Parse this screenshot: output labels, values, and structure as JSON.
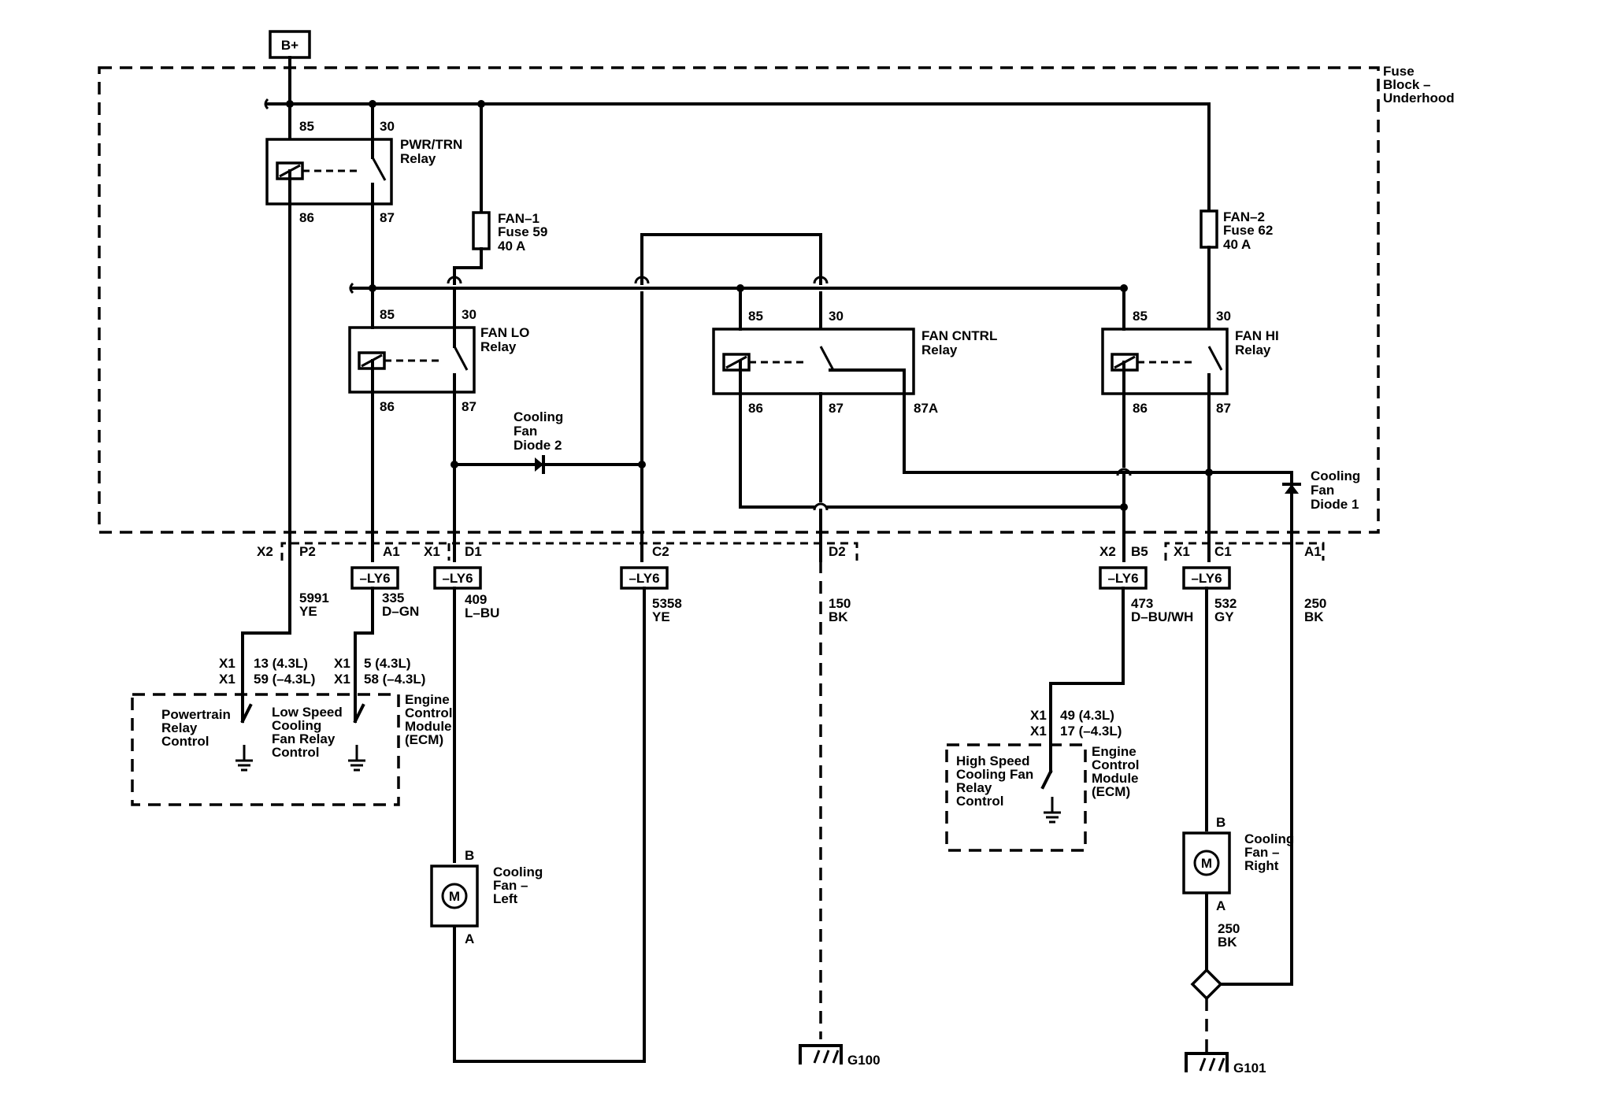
{
  "power": {
    "label": "B+"
  },
  "fuse_block": {
    "line1": "Fuse",
    "line2": "Block –",
    "line3": "Underhood"
  },
  "relays": {
    "pwr_trn": {
      "line1": "PWR/TRN",
      "line2": "Relay",
      "pin85": "85",
      "pin30": "30",
      "pin86": "86",
      "pin87": "87"
    },
    "fan_lo": {
      "line1": "FAN LO",
      "line2": "Relay",
      "pin85": "85",
      "pin30": "30",
      "pin86": "86",
      "pin87": "87"
    },
    "fan_cntrl": {
      "line1": "FAN CNTRL",
      "line2": "Relay",
      "pin85": "85",
      "pin30": "30",
      "pin86": "86",
      "pin87": "87",
      "pin87a": "87A"
    },
    "fan_hi": {
      "line1": "FAN HI",
      "line2": "Relay",
      "pin85": "85",
      "pin30": "30",
      "pin86": "86",
      "pin87": "87"
    }
  },
  "fuses": {
    "fan1": {
      "line1": "FAN–1",
      "line2": "Fuse 59",
      "line3": "40 A"
    },
    "fan2": {
      "line1": "FAN–2",
      "line2": "Fuse 62",
      "line3": "40 A"
    }
  },
  "diodes": {
    "d2": {
      "line1": "Cooling",
      "line2": "Fan",
      "line3": "Diode 2"
    },
    "d1": {
      "line1": "Cooling",
      "line2": "Fan",
      "line3": "Diode 1"
    }
  },
  "connectors": {
    "left": {
      "x2": "X2",
      "p2": "P2",
      "a1": "A1",
      "x1": "X1",
      "d1": "D1",
      "c2": "C2",
      "d2": "D2"
    },
    "right": {
      "x2": "X2",
      "b5": "B5",
      "x1": "X1",
      "c1": "C1",
      "a1": "A1"
    },
    "option_tag": "–LY6"
  },
  "wires": {
    "w5991": {
      "num": "5991",
      "color": "YE"
    },
    "w335": {
      "num": "335",
      "color": "D–GN"
    },
    "w409": {
      "num": "409",
      "color": "L–BU"
    },
    "w5358": {
      "num": "5358",
      "color": "YE"
    },
    "w150": {
      "num": "150",
      "color": "BK"
    },
    "w473": {
      "num": "473",
      "color": "D–BU/WH"
    },
    "w532": {
      "num": "532",
      "color": "GY"
    },
    "w250a": {
      "num": "250",
      "color": "BK"
    },
    "w250b": {
      "num": "250",
      "color": "BK"
    }
  },
  "ecm_left": {
    "x1a": "X1",
    "pin_a": "13 (4.3L)",
    "x1b": "X1",
    "pin_b": "59 (–4.3L)",
    "x1c": "X1",
    "pin_c": "5 (4.3L)",
    "x1d": "X1",
    "pin_d": "58 (–4.3L)",
    "prc": {
      "line1": "Powertrain",
      "line2": "Relay",
      "line3": "Control"
    },
    "lsc": {
      "line1": "Low Speed",
      "line2": "Cooling",
      "line3": "Fan Relay",
      "line4": "Control"
    },
    "module": {
      "line1": "Engine",
      "line2": "Control",
      "line3": "Module",
      "line4": "(ECM)"
    }
  },
  "ecm_right": {
    "x1a": "X1",
    "pin_a": "49 (4.3L)",
    "x1b": "X1",
    "pin_b": "17 (–4.3L)",
    "hsc": {
      "line1": "High Speed",
      "line2": "Cooling Fan",
      "line3": "Relay",
      "line4": "Control"
    },
    "module": {
      "line1": "Engine",
      "line2": "Control",
      "line3": "Module",
      "line4": "(ECM)"
    }
  },
  "motors": {
    "left": {
      "symbol": "M",
      "pinB": "B",
      "pinA": "A",
      "line1": "Cooling",
      "line2": "Fan –",
      "line3": "Left"
    },
    "right": {
      "symbol": "M",
      "pinB": "B",
      "pinA": "A",
      "line1": "Cooling",
      "line2": "Fan –",
      "line3": "Right"
    }
  },
  "grounds": {
    "g100": "G100",
    "g101": "G101"
  }
}
